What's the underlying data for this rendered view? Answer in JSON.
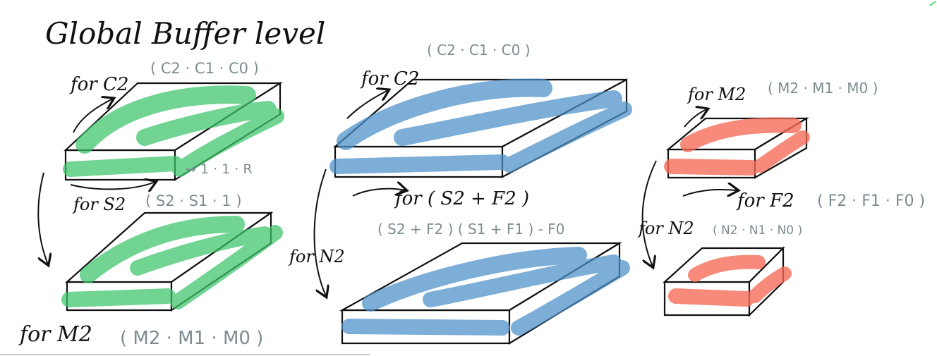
{
  "title": "Global Buffer level",
  "colors": {
    "ink": "#111111",
    "note": "#7d8c91",
    "green": "#3cc46a",
    "blue": "#4a90c9",
    "red": "#f56a55"
  },
  "blocks": {
    "left": {
      "top_loop": "for C2",
      "top_note": "( C2 · C1 · C0 )",
      "side_note": "→ 1 · 1 · R",
      "mid_loop": "for S2",
      "mid_note": "( S2 · S1 · 1 )",
      "bottom_loop": "for M2",
      "bottom_note": "( M2 · M1 · M0 )"
    },
    "middle": {
      "top_loop": "for C2",
      "top_note": "( C2 · C1 · C0 )",
      "mid_loop": "for ( S2 + F2 )",
      "mid_note": "( S2 + F2 ) ( S1 + F1 ) - F0",
      "side_loop": "for N2"
    },
    "right": {
      "top_loop": "for M2",
      "top_note": "( M2 · M1 · M0 )",
      "mid_loop": "for F2",
      "mid_note": "( F2 · F1 · F0 )",
      "side_loop": "for N2",
      "side_note": "( N2 · N1 · N0 )"
    }
  }
}
